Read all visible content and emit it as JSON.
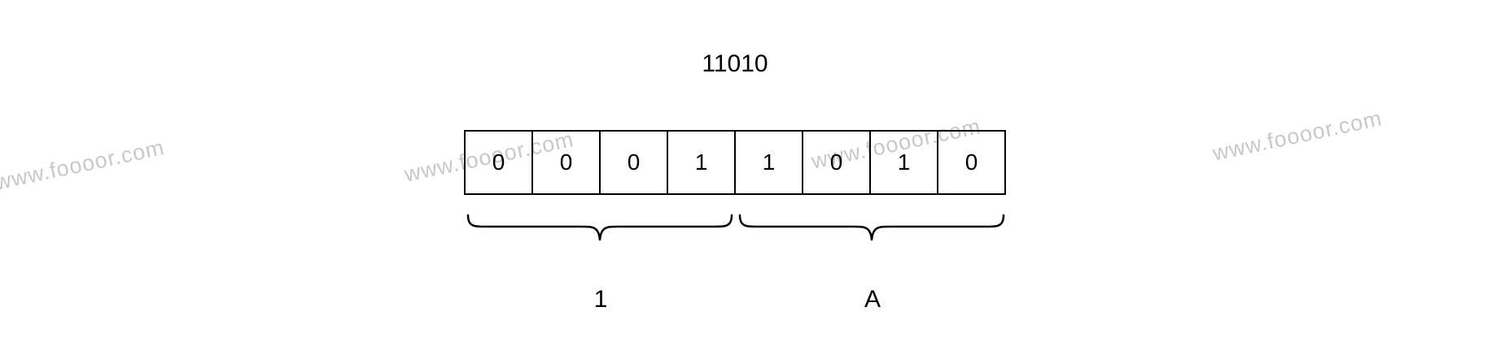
{
  "title": "11010",
  "bits": [
    "0",
    "0",
    "0",
    "1",
    "1",
    "0",
    "1",
    "0"
  ],
  "groups": [
    {
      "label": "1"
    },
    {
      "label": "A"
    }
  ],
  "watermark": {
    "text": "www.foooor.com"
  },
  "colors": {
    "line": "#000000",
    "watermark": "#c8c8c8",
    "background": "#ffffff"
  }
}
